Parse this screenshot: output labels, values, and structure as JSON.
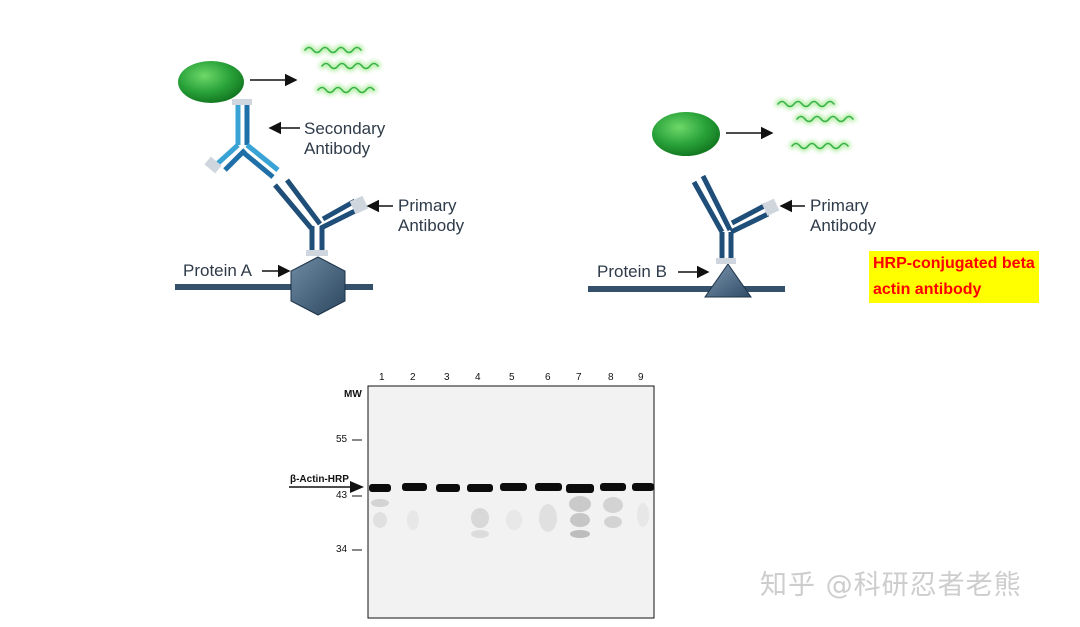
{
  "left": {
    "secondary_antibody": [
      "Secondary",
      "Antibody"
    ],
    "primary_antibody": [
      "Primary",
      "Antibody"
    ],
    "protein": "Protein A"
  },
  "right": {
    "primary_antibody": [
      "Primary",
      "Antibody"
    ],
    "protein": "Protein B",
    "highlight": [
      "HRP-conjugated beta",
      "actin antibody"
    ]
  },
  "blot": {
    "mw_label": "MW",
    "lanes": [
      "1",
      "2",
      "3",
      "4",
      "5",
      "6",
      "7",
      "8",
      "9"
    ],
    "markers": [
      "55",
      "43",
      "34"
    ],
    "band_label": "β-Actin-HRP"
  },
  "watermark": "知乎 @科研忍者老熊",
  "colors": {
    "dark_blue": "#1f4e79",
    "light_blue": "#3aa3d6",
    "enzyme_green": "#2aa33a",
    "signal_green": "#5fd05a",
    "highlight_bg": "#ffff00",
    "highlight_text": "#ff0000"
  }
}
